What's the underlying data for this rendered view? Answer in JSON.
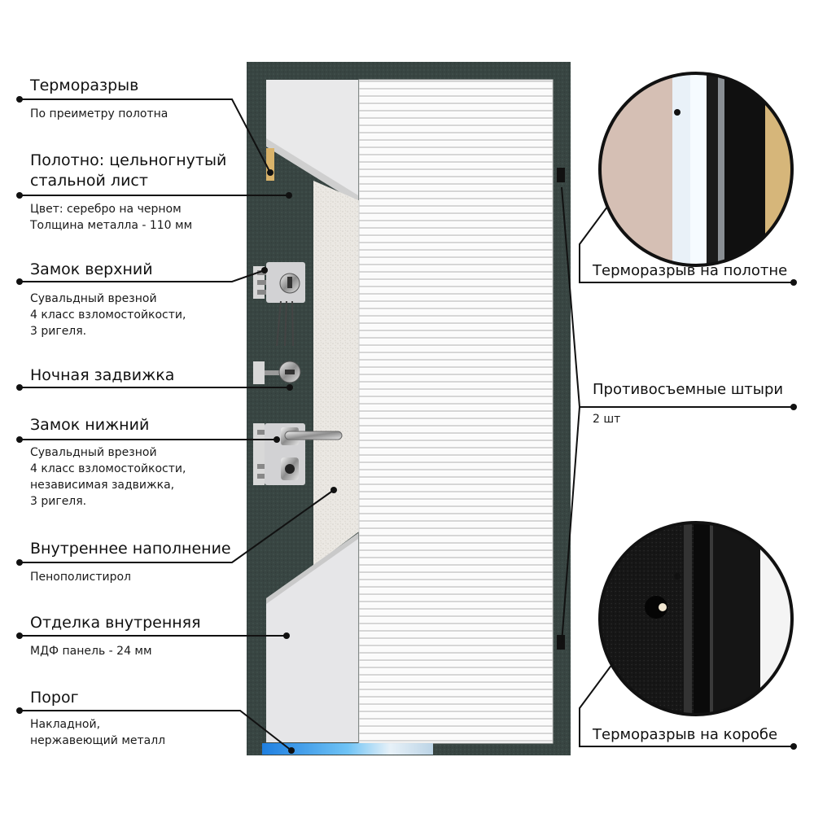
{
  "callouts_left": [
    {
      "title": "Терморазрыв",
      "desc": [
        "По преиметру полотна"
      ]
    },
    {
      "title": "Полотно: цельногнутый",
      "title2": "стальной лист",
      "desc": [
        "Цвет: серебро на черном",
        "Толщина металла  -  110 мм"
      ]
    },
    {
      "title": "Замок верхний",
      "desc": [
        "Сувальдный врезной",
        "4 класс взломостойкости,",
        "3 ригеля."
      ]
    },
    {
      "title": "Ночная задвижка",
      "desc": []
    },
    {
      "title": "Замок нижний",
      "desc": [
        "Сувальдный врезной",
        "4 класс взломостойкости,",
        "независимая задвижка,",
        "3 ригеля."
      ]
    },
    {
      "title": "Внутреннее наполнение",
      "desc": [
        "Пенополистирол"
      ]
    },
    {
      "title": "Отделка внутренняя",
      "desc": [
        "МДФ панель - 24 мм"
      ]
    },
    {
      "title": "Порог",
      "desc": [
        "Накладной,",
        "нержавеющий металл"
      ]
    }
  ],
  "callouts_right": [
    {
      "title": "Терморазрыв на полотне"
    },
    {
      "title": "Противосъемные штыри",
      "desc": "2 шт"
    },
    {
      "title": "Терморазрыв на коробе"
    }
  ],
  "colors": {
    "frame": "#3e4a47",
    "panel": "#f7f7f7",
    "foam": "#ece9e4",
    "accent_gold": "#d9b36a"
  }
}
